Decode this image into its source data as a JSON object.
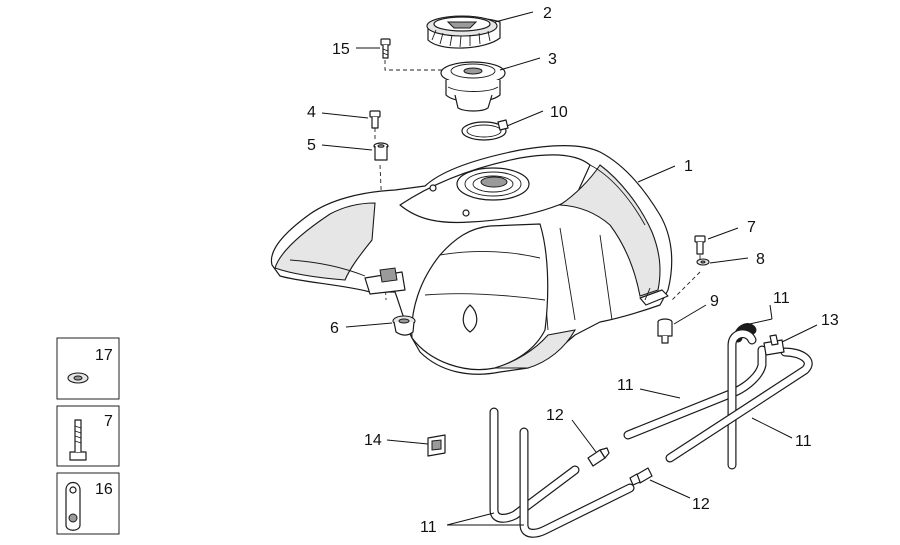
{
  "labels": {
    "l1": "1",
    "l2": "2",
    "l3": "3",
    "l4": "4",
    "l5": "5",
    "l6": "6",
    "l7a": "7",
    "l7b": "7",
    "l8": "8",
    "l9": "9",
    "l10": "10",
    "l11a": "11",
    "l11b": "11",
    "l11c": "11",
    "l11d": "11",
    "l12a": "12",
    "l12b": "12",
    "l13": "13",
    "l14": "14",
    "l15": "15",
    "l16": "16",
    "l17": "17"
  }
}
